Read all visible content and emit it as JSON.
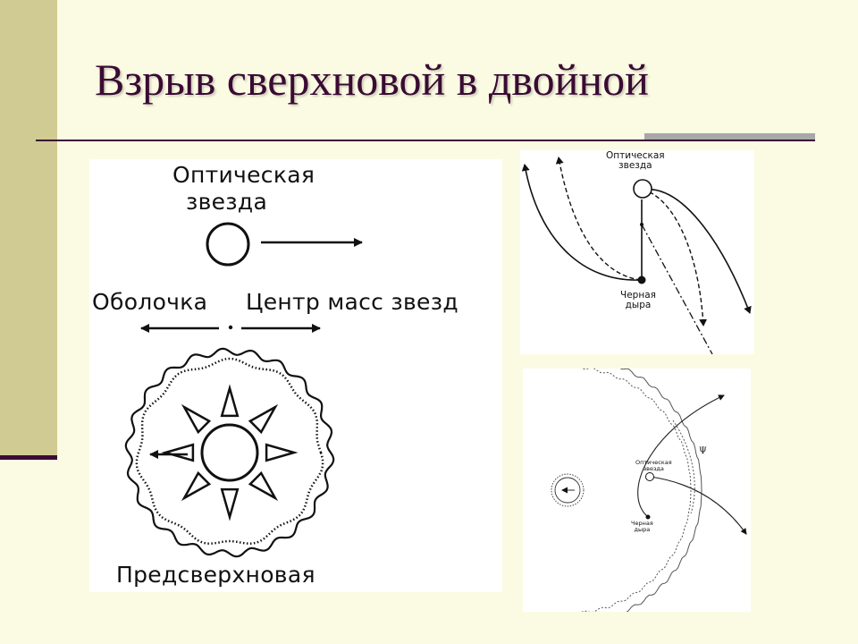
{
  "slide": {
    "title": "Взрыв сверхновой в двойной",
    "colors": {
      "background": "#fbfbe3",
      "sidebar": "#cfcb93",
      "accent": "#3d0a35",
      "rule_gray": "#a8a8a8"
    }
  },
  "main_diagram": {
    "optical_star_line1": "Оптическая",
    "optical_star_line2": "звезда",
    "shell_label": "Оболочка",
    "center_of_mass_label": "Центр масс звезд",
    "presupernova_label": "Предсверхновая"
  },
  "trajectory_diagram": {
    "optical_star_line1": "Оптическая",
    "optical_star_line2": "звезда",
    "black_hole_line1": "Черная",
    "black_hole_line2": "дыра"
  },
  "orbit_diagram": {
    "optical_star_line1": "Оптическая",
    "optical_star_line2": "звезда",
    "black_hole_line1": "Черная",
    "black_hole_line2": "дыра",
    "angle_symbol": "Ψ"
  }
}
